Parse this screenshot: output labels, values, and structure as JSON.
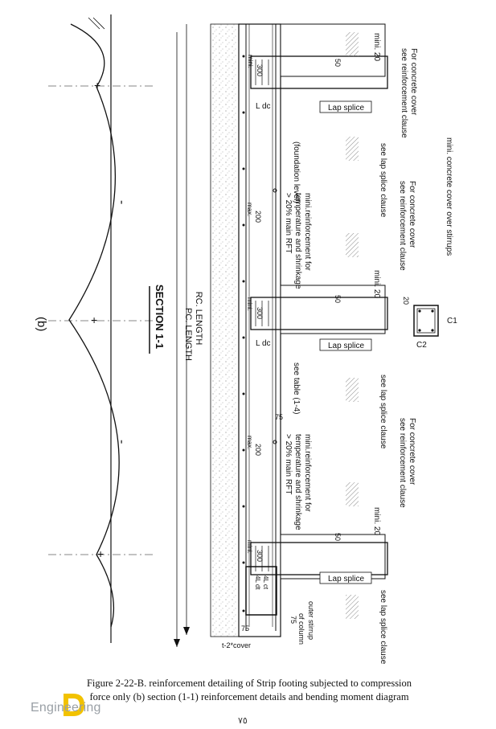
{
  "diagram": {
    "part_label": "(b)",
    "section_title": "SECTION 1-1",
    "rc_length_label": "RC. LENGTH",
    "pc_length_label": "PC. LENGTH",
    "foundation_level_label": "(foundation level)",
    "moment_signs": [
      "-",
      "-"
    ],
    "lap_splice_labels": [
      "Lap splice",
      "Lap splice",
      "Lap splice"
    ],
    "lap_splice_clause_notes": [
      "see lap splice clause",
      "see lap splice clause",
      "see lap splice clause"
    ],
    "ldc_labels": [
      "L dc",
      "L dc"
    ],
    "min_labels": [
      "mini.",
      "mini.",
      "mini."
    ],
    "dim_300": [
      "300",
      "300",
      "300"
    ],
    "dim_50": [
      "50",
      "50",
      "50"
    ],
    "dim_20_labels": [
      "mini. 20",
      "mini. 20",
      "mini. 20"
    ],
    "max_spacing": [
      "200",
      "200"
    ],
    "max_labels": [
      "max.",
      "max."
    ],
    "min_reinforcement_notes": [
      [
        "mini.reinforcement for",
        "temperature and shrinkage",
        "> 20% main RFT"
      ],
      [
        "mini.reinforcement for",
        "temperature and shrinkage",
        "> 20% main RFT"
      ]
    ],
    "concrete_cover_notes": [
      [
        "For concrete cover",
        "see reinforcement clause"
      ],
      [
        "For concrete cover",
        "see reinforcement clause"
      ],
      [
        "For concrete cover",
        "see reinforcement clause"
      ]
    ],
    "cover_over_stirrups": "mini. concrete cover over stirrups",
    "column_detail": {
      "c1": "C1",
      "c2": "C2",
      "cover": "20"
    },
    "see_table": "see table (1-4)",
    "dim_75_side": "75",
    "dim_75_bottom": "75",
    "dim_75_end": "75",
    "anchorage_labels": [
      "4L ct",
      "4L dt"
    ],
    "outer_stirrup_note": [
      "outer stirrup",
      "of column"
    ],
    "cover_width_label": "t-2*cover"
  },
  "caption": {
    "line1": "Figure 2-22-B. reinforcement detailing of Strip footing subjected to compression",
    "line2": "force only (b) section (1-1) reinforcement details and bending moment diagram"
  },
  "page_number": "٧٥",
  "watermark": "Engineering",
  "colors": {
    "ink": "#111111",
    "hatch": "#9a9a9a",
    "logo_yellow": "#f2c200"
  }
}
